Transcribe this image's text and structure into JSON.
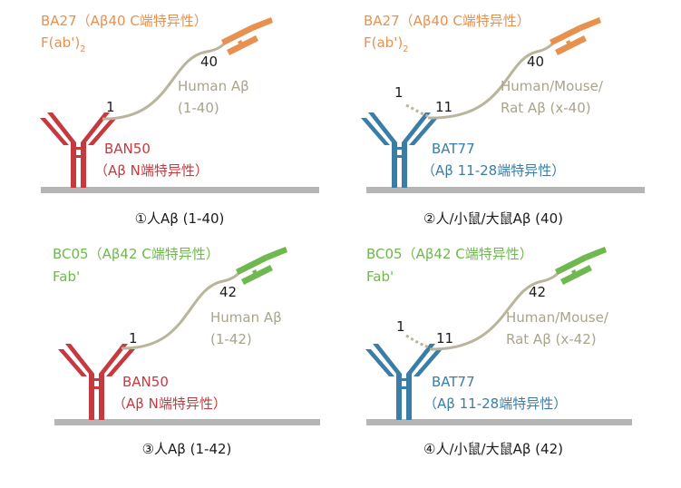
{
  "panels": [
    {
      "detector_name": "BA27（Aβ40 C端特异性）",
      "detector_fragment": "F(ab')",
      "detector_fragment_sub": "2",
      "c_terminus": "40",
      "n_terminus": "1",
      "peptide_name": "Human Aβ",
      "peptide_range": "(1-40)",
      "capture_name": "BAN50",
      "capture_spec": "（Aβ N端特异性）",
      "caption": "①人Aβ (1-40)",
      "colors": {
        "detector": "#e8914f",
        "capture": "#c63a3f"
      }
    },
    {
      "detector_name": "BA27（Aβ40 C端特异性）",
      "detector_fragment": "F(ab')",
      "detector_fragment_sub": "2",
      "c_terminus": "40",
      "n_terminus": "1",
      "residue_11": "11",
      "peptide_name": "Human/Mouse/",
      "peptide_range": "Rat Aβ (x-40)",
      "capture_name": "BAT77",
      "capture_spec": "（Aβ 11-28端特异性）",
      "caption": "②人/小鼠/大鼠Aβ (40)",
      "colors": {
        "detector": "#e8914f",
        "capture": "#3a7ea8"
      }
    },
    {
      "detector_name": "BC05（Aβ42 C端特异性）",
      "detector_fragment": "Fab'",
      "c_terminus": "42",
      "n_terminus": "1",
      "peptide_name": "Human Aβ",
      "peptide_range": "(1-42)",
      "capture_name": "BAN50",
      "capture_spec": "（Aβ N端特异性）",
      "caption": "③人Aβ (1-42)",
      "colors": {
        "detector": "#6fb84f",
        "capture": "#c63a3f"
      }
    },
    {
      "detector_name": "BC05（Aβ42 C端特异性）",
      "detector_fragment": "Fab'",
      "c_terminus": "42",
      "n_terminus": "1",
      "residue_11": "11",
      "peptide_name": "Human/Mouse/",
      "peptide_range": "Rat Aβ (x-42)",
      "capture_name": "BAT77",
      "capture_spec": "（Aβ 11-28端特异性）",
      "caption": "④人/小鼠/大鼠Aβ (42)",
      "colors": {
        "detector": "#6fb84f",
        "capture": "#3a7ea8"
      }
    }
  ],
  "colors": {
    "peptide": "#b9b49c",
    "surface": "#b5b5b5",
    "text_dark": "#1b1b1b"
  }
}
